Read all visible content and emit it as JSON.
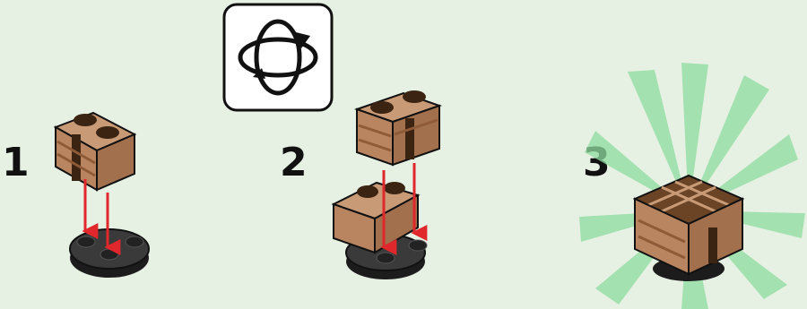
{
  "steps": [
    {
      "number": "1"
    },
    {
      "number": "2"
    },
    {
      "number": "3"
    }
  ],
  "icons": {
    "rotate": "rotate-model-icon",
    "arrow": "red-down-arrow-icon"
  },
  "colors": {
    "background": "#e6f1e4",
    "brick": "#b98561",
    "brick_dark": "#7a4a2c",
    "stripe": "#8e5a37",
    "arrow": "#e0282c",
    "plate": "#2c2c2c",
    "glow": "#8fdc9f"
  }
}
